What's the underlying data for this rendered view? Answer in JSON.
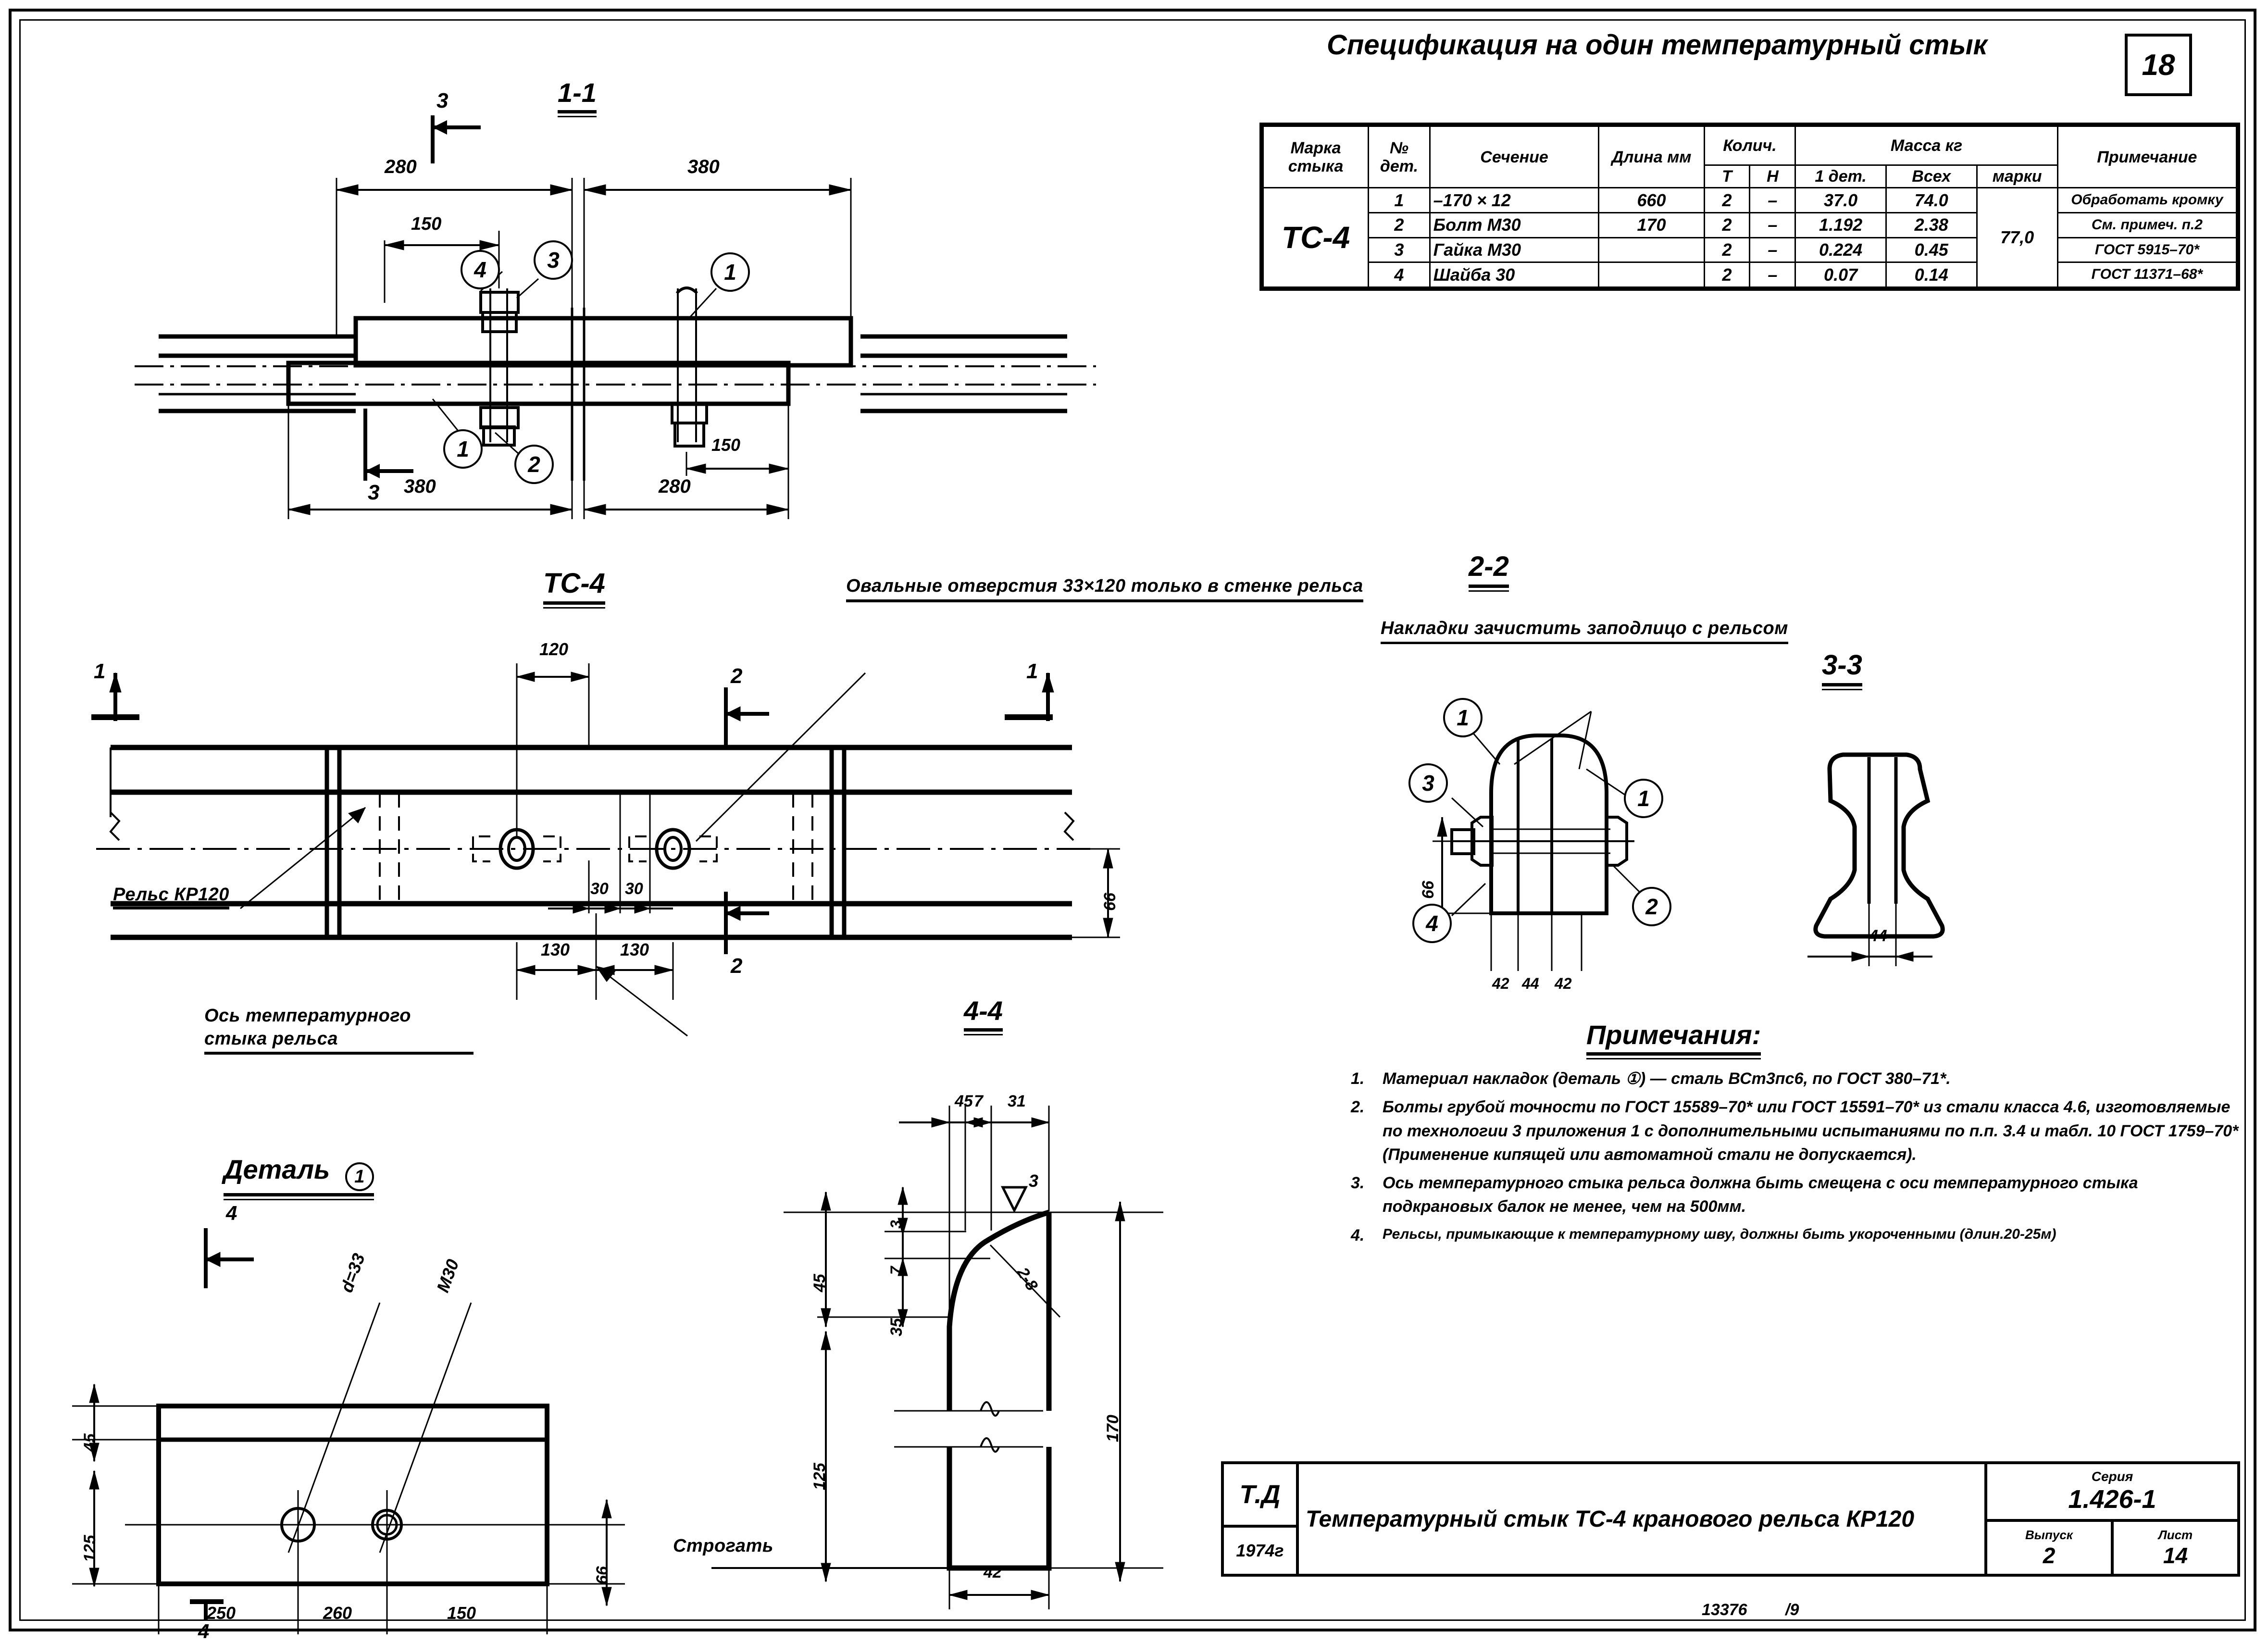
{
  "sheet": {
    "page_number": "18",
    "spec_title": "Спецификация на один температурный стык",
    "notes_title": "Примечания:",
    "footer_code": "13376",
    "footer_rev": "/9"
  },
  "spec_table": {
    "headers": {
      "mark": "Марка стыка",
      "num": "№ дет.",
      "section": "Сечение",
      "length": "Длина мм",
      "qty": "Колич.",
      "qty_t": "Т",
      "qty_n": "Н",
      "mass": "Масса кг",
      "mass_one": "1 дет.",
      "mass_all": "Всех",
      "mass_mark": "марки",
      "remark": "Примечание"
    },
    "mark_value": "ТС-4",
    "mark_mass": "77,0",
    "rows": [
      {
        "num": "1",
        "section": "–170 × 12",
        "length": "660",
        "t": "2",
        "n": "–",
        "m1": "37.0",
        "mall": "74.0",
        "remark": "Обработать кромку"
      },
      {
        "num": "2",
        "section": "Болт М30",
        "length": "170",
        "t": "2",
        "n": "–",
        "m1": "1.192",
        "mall": "2.38",
        "remark": "См. примеч. п.2"
      },
      {
        "num": "3",
        "section": "Гайка М30",
        "length": "",
        "t": "2",
        "n": "–",
        "m1": "0.224",
        "mall": "0.45",
        "remark": "ГОСТ 5915–70*"
      },
      {
        "num": "4",
        "section": "Шайба 30",
        "length": "",
        "t": "2",
        "n": "–",
        "m1": "0.07",
        "mall": "0.14",
        "remark": "ГОСТ 11371–68*"
      }
    ]
  },
  "notes": [
    {
      "n": "1.",
      "text": "Материал накладок (деталь ①) — сталь ВСт3пс6, по ГОСТ 380–71*."
    },
    {
      "n": "2.",
      "text": "Болты грубой точности по ГОСТ 15589–70* или ГОСТ 15591–70* из стали класса 4.6, изготовляемые по технологии 3 приложения 1 с дополнительными испытаниями по п.п. 3.4 и табл. 10 ГОСТ 1759–70* (Применение кипящей или автоматной стали не допускается)."
    },
    {
      "n": "3.",
      "text": "Ось температурного стыка рельса должна быть смещена с оси температурного стыка подкрановых балок не менее, чем на 500мм."
    },
    {
      "n": "4.",
      "text": "Рельсы, примыкающие к температурному шву, должны быть укороченными (длин.20-25м)"
    }
  ],
  "title_block": {
    "org": "Т.Д",
    "year": "1974г",
    "drawing_name": "Температурный стык ТС-4 кранового рельса КР120",
    "series_key": "Серия",
    "series_value": "1.426-1",
    "issue_key": "Выпуск",
    "issue_value": "2",
    "sheet_key": "Лист",
    "sheet_value": "14"
  },
  "views": {
    "v11": {
      "title": "1-1",
      "section_mark_top": "3",
      "section_mark_bottom": "3",
      "dims": [
        "280",
        "380",
        "150",
        "380",
        "280",
        "150"
      ],
      "balloons": [
        "4",
        "3",
        "1",
        "1",
        "2"
      ]
    },
    "ts4": {
      "title": "ТС-4",
      "callout_holes": "Овальные отверстия 33×120 только в стенке рельса",
      "label_rail": "Рельс КР120",
      "label_axis": "Ось температурного стыка рельса",
      "section_marks": [
        "1",
        "2",
        "2",
        "1"
      ],
      "dims": [
        "120",
        "30",
        "30",
        "130",
        "130",
        "66"
      ]
    },
    "v22": {
      "title": "2-2",
      "callout": "Накладки зачистить заподлицо с рельсом",
      "balloons": [
        "1",
        "3",
        "1",
        "4",
        "2"
      ],
      "dims": [
        "66",
        "42",
        "44",
        "42"
      ]
    },
    "v33": {
      "title": "3-3",
      "dims": [
        "44"
      ]
    },
    "detail1": {
      "title": "Деталь",
      "balloon": "1",
      "section_mark_top": "4",
      "section_mark_bottom": "4",
      "hole_label": "d=33",
      "thread_label": "М30",
      "dims": [
        "45",
        "125",
        "66",
        "250",
        "260",
        "150"
      ]
    },
    "v44": {
      "title": "4-4",
      "label_plane": "Строгать",
      "radius": "2-8",
      "finish": "3",
      "dims": [
        "45",
        "7",
        "31",
        "3",
        "7",
        "35",
        "45",
        "125",
        "170",
        "42"
      ]
    }
  }
}
